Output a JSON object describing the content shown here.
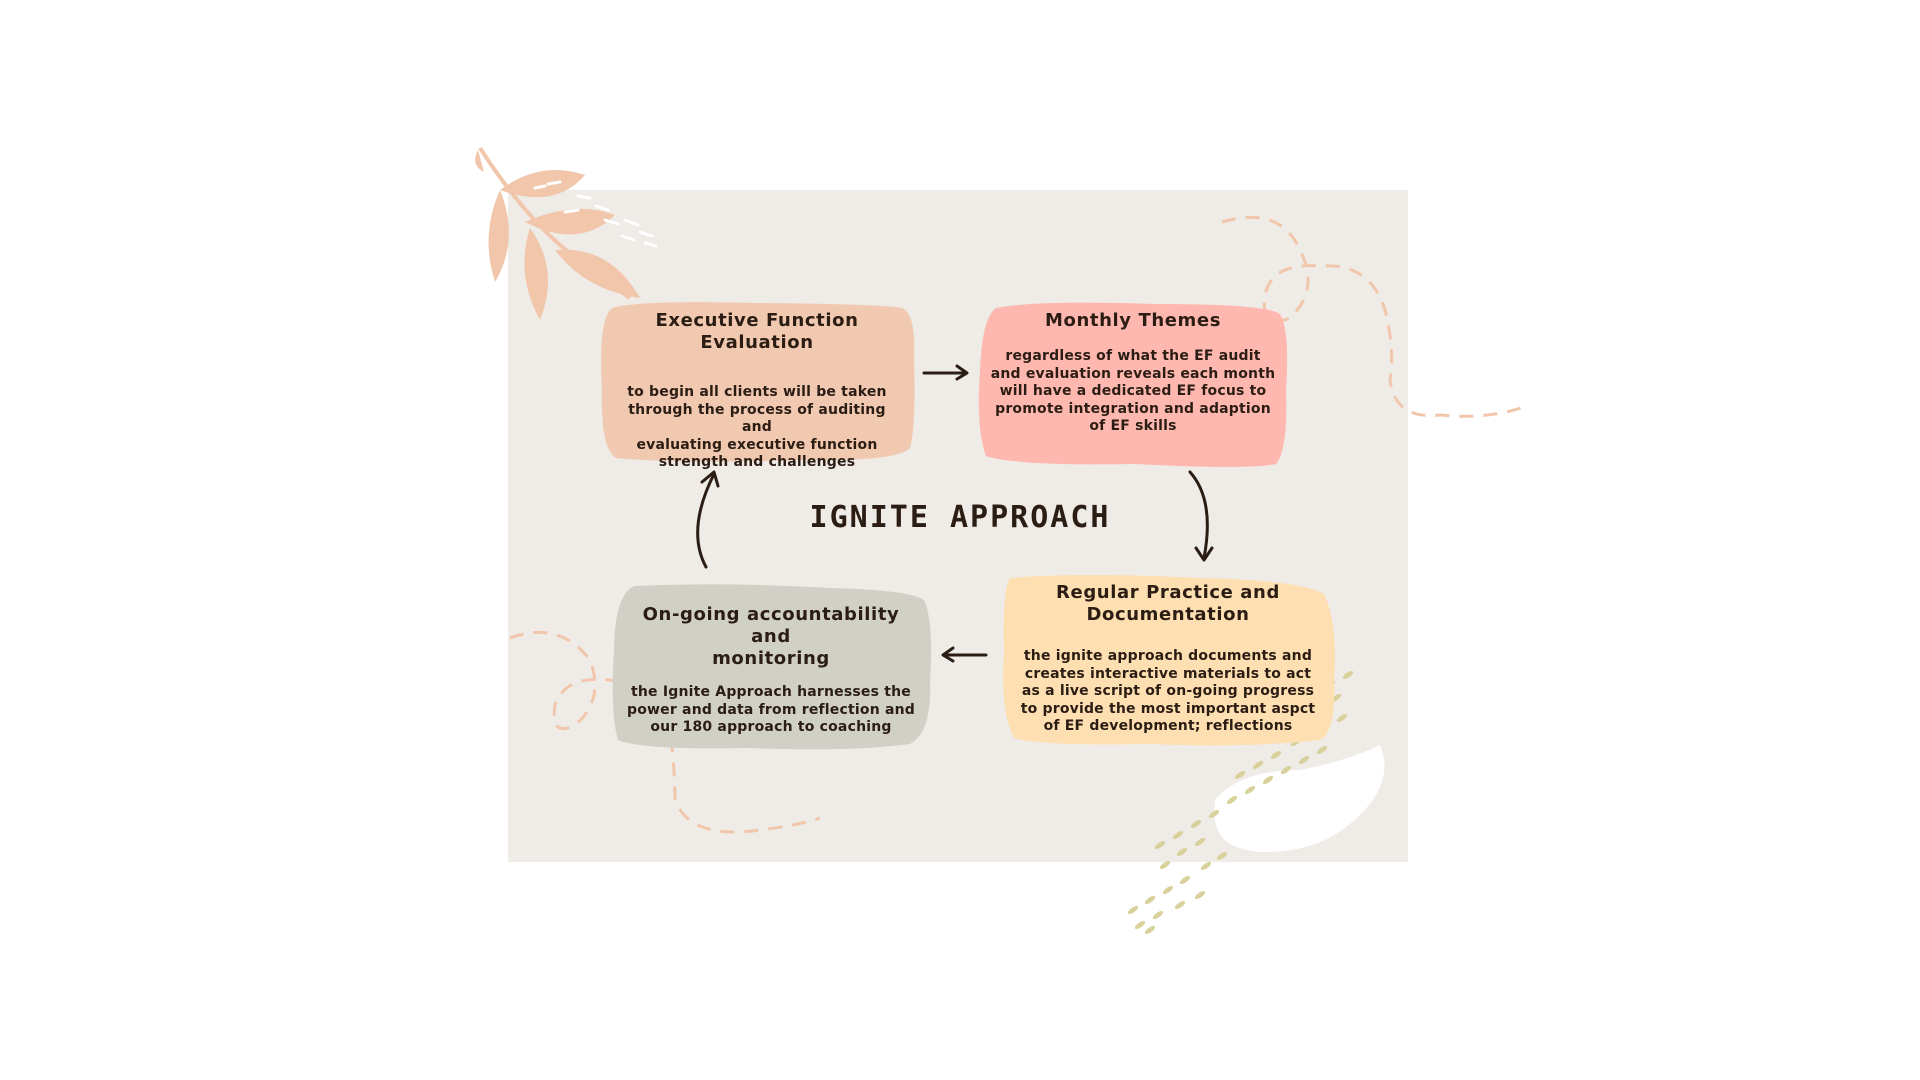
{
  "diagram": {
    "title": "IGNITE APPROACH",
    "colors": {
      "panel_background": "#efebe7",
      "evaluation_box": "#f0c9b0",
      "themes_box": "#ffb8af",
      "practice_box": "#fddfb1",
      "monitoring_box": "#d1d0c6",
      "text": "#2b1d14",
      "decor_peach": "#f1c6ab",
      "decor_olive": "#d9d19b"
    },
    "steps": [
      {
        "title": "Executive Function Evaluation",
        "title_line1": "Executive Function",
        "title_line2": "Evaluation",
        "body": "to begin all clients will be taken through the process of auditing and evaluating executive function strength and challenges",
        "body_lines": [
          "to begin all clients will be taken",
          "through the process of auditing and",
          "evaluating executive function",
          "strength and challenges"
        ]
      },
      {
        "title": "Monthly Themes",
        "body": "regardless of what the EF audit and evaluation reveals each month will have a dedicated EF focus to promote integration and adaption of EF skills",
        "body_lines": [
          "regardless of what the EF audit",
          "and evaluation reveals each month",
          "will have a dedicated EF focus to",
          "promote integration and adaption",
          "of EF skills"
        ]
      },
      {
        "title": "Regular Practice and Documentation",
        "title_line1": "Regular Practice and",
        "title_line2": "Documentation",
        "body": "the ignite approach documents and creates interactive materials to act as a live script of on-going progress to provide the most important aspct of EF development; reflections",
        "body_lines": [
          "the ignite approach documents and",
          "creates interactive materials to act",
          "as a live script of on-going progress",
          "to provide the most important aspct",
          "of EF development; reflections"
        ]
      },
      {
        "title": "On-going accountability and monitoring",
        "title_line1": "On-going accountability and",
        "title_line2": "monitoring",
        "body": "the Ignite Approach harnesses the power and data from reflection and our 180 approach to coaching",
        "body_lines": [
          "the Ignite Approach harnesses the",
          "power and data from reflection and",
          "our 180 approach to coaching"
        ]
      }
    ],
    "decorations": [
      "leaf-branch",
      "dashed-loop-lines",
      "brush-strokes"
    ]
  }
}
